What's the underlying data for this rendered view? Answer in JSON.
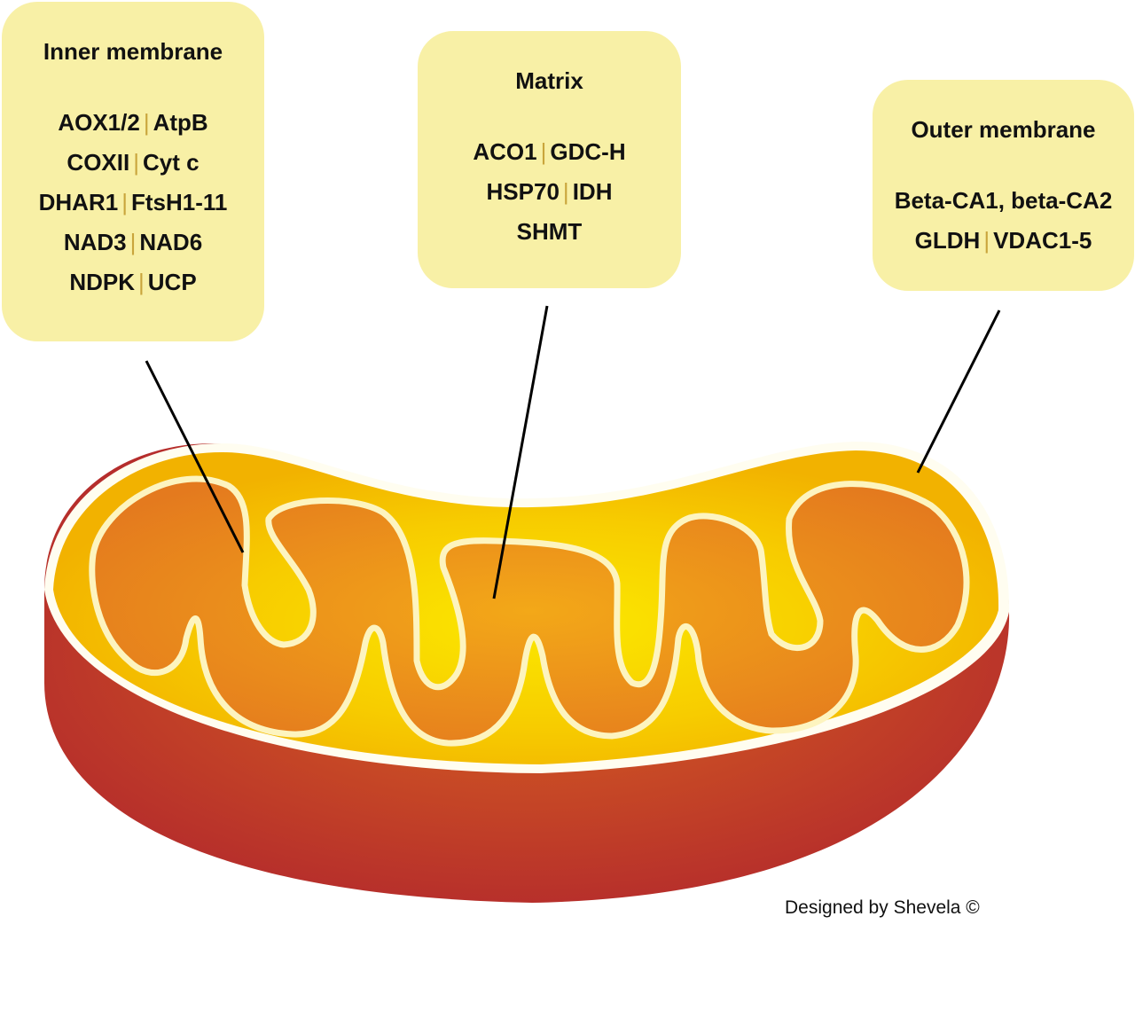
{
  "inner_membrane": {
    "title": "Inner membrane",
    "rows": [
      [
        "AOX1/2",
        "AtpB"
      ],
      [
        "COXII",
        "Cyt c"
      ],
      [
        "DHAR1",
        "FtsH1-11"
      ],
      [
        "NAD3",
        "NAD6"
      ],
      [
        "NDPK",
        "UCP"
      ]
    ]
  },
  "matrix": {
    "title": "Matrix",
    "rows": [
      [
        "ACO1",
        "GDC-H"
      ],
      [
        "HSP70",
        "IDH"
      ],
      [
        "SHMT"
      ]
    ]
  },
  "outer_membrane": {
    "title": "Outer membrane",
    "rows": [
      [
        "Beta-CA1, beta-CA2"
      ],
      [
        "GLDH",
        "VDAC1-5"
      ]
    ]
  },
  "separator": "|",
  "credit": "Designed by Shevela ©",
  "colors": {
    "label_box": "#f8f0a6",
    "separator": "#c9a53c",
    "outer_shell": "#c0302a",
    "intermembrane": "#f5c000",
    "matrix_center": "#f8e600",
    "cristae": "#ea8a1c",
    "membrane_line": "#fdf4bf"
  }
}
